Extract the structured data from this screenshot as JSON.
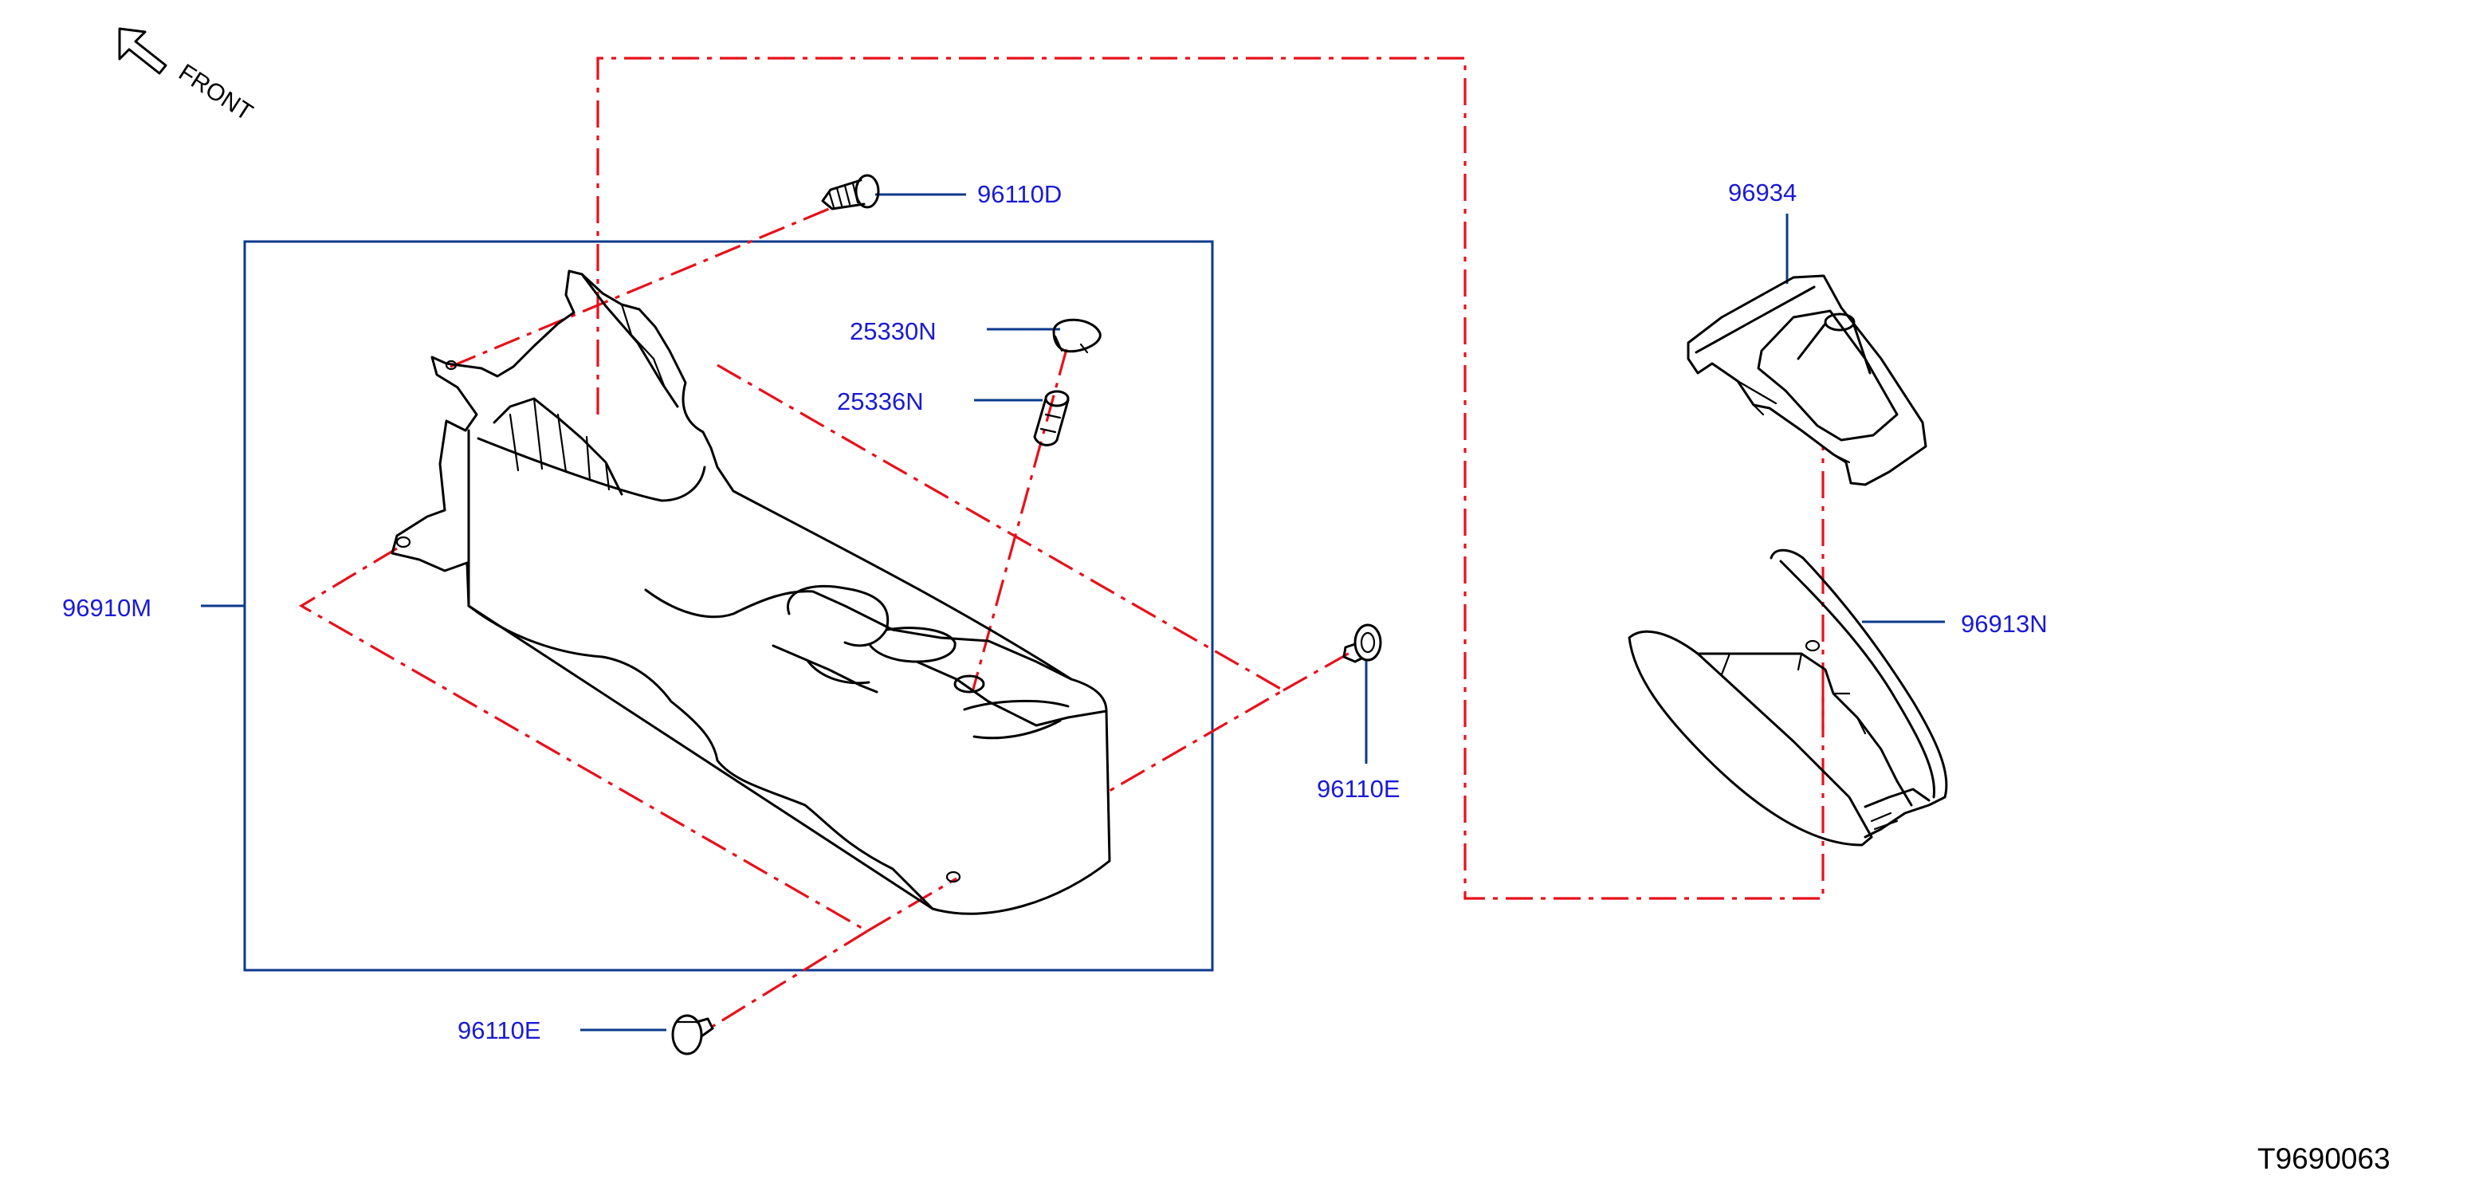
{
  "front_label": "FRONT",
  "diagram_id": "T9690063",
  "callouts": {
    "screw_top": "96110D",
    "plug": "25330N",
    "socket": "25336N",
    "console": "96910M",
    "clip_right": "96110E",
    "clip_bottom": "96110E",
    "shift_finisher": "96934",
    "armrest": "96913N"
  },
  "colors": {
    "callout_text": "#1a1ad6",
    "leader_line": "#0b3a8c",
    "dash_line": "#e8101a",
    "part_outline": "#000000"
  }
}
